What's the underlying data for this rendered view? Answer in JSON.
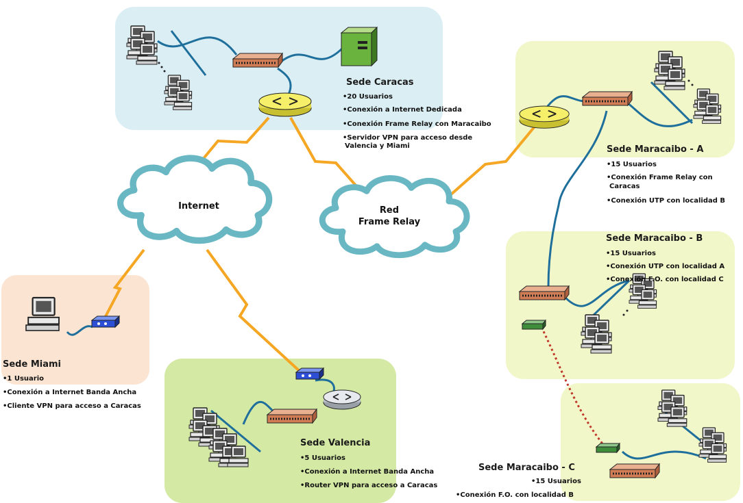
{
  "sites": {
    "caracas": {
      "title": "Sede Caracas",
      "bullets": [
        "•20 Usuarios",
        "•Conexión a Internet Dedicada",
        "•Conexión Frame Relay con Maracaibo",
        "•Servidor VPN para acceso desde",
        "Valencia y Miami"
      ],
      "color": "#daeef3"
    },
    "maracaibo_a": {
      "title": "Sede Maracaibo - A",
      "bullets": [
        "•15 Usuarios",
        "•Conexión Frame Relay con",
        "Caracas",
        "•Conexión UTP con localidad B"
      ],
      "color": "#f1f7c8"
    },
    "maracaibo_b": {
      "title": "Sede Maracaibo - B",
      "bullets": [
        "•15 Usuarios",
        "•Conexión UTP con localidad A",
        "•Conexión F.O. con localidad C"
      ],
      "color": "#f1f7c8"
    },
    "maracaibo_c": {
      "title": "Sede Maracaibo - C",
      "bullets": [
        "•15 Usuarios",
        "•Conexión F.O. con localidad B"
      ],
      "color": "#f1f7c8"
    },
    "miami": {
      "title": "Sede Miami",
      "bullets": [
        "•1 Usuario",
        "•Conexión a Internet Banda Ancha",
        "•Cliente VPN para acceso a Caracas"
      ],
      "color": "#fbe4d2"
    },
    "valencia": {
      "title": "Sede Valencia",
      "bullets": [
        "•5 Usuarios",
        "•Conexión a Internet Banda Ancha",
        "•Router VPN para acceso a Caracas"
      ],
      "color": "#d4e9a4"
    }
  },
  "clouds": {
    "internet": {
      "label": "Internet"
    },
    "frame_relay": {
      "label_1": "Red",
      "label_2": "Frame Relay"
    }
  },
  "colors": {
    "wan_link": "#f5a623",
    "lan_cable": "#1f6f9c",
    "fiber": "#c0392b",
    "cloud_fill": "#ffffff",
    "cloud_outline": "#6ab7c4",
    "router_yellow": "#f5ef6a",
    "switch": "#d98a5a",
    "modem": "#2d4fd6"
  }
}
